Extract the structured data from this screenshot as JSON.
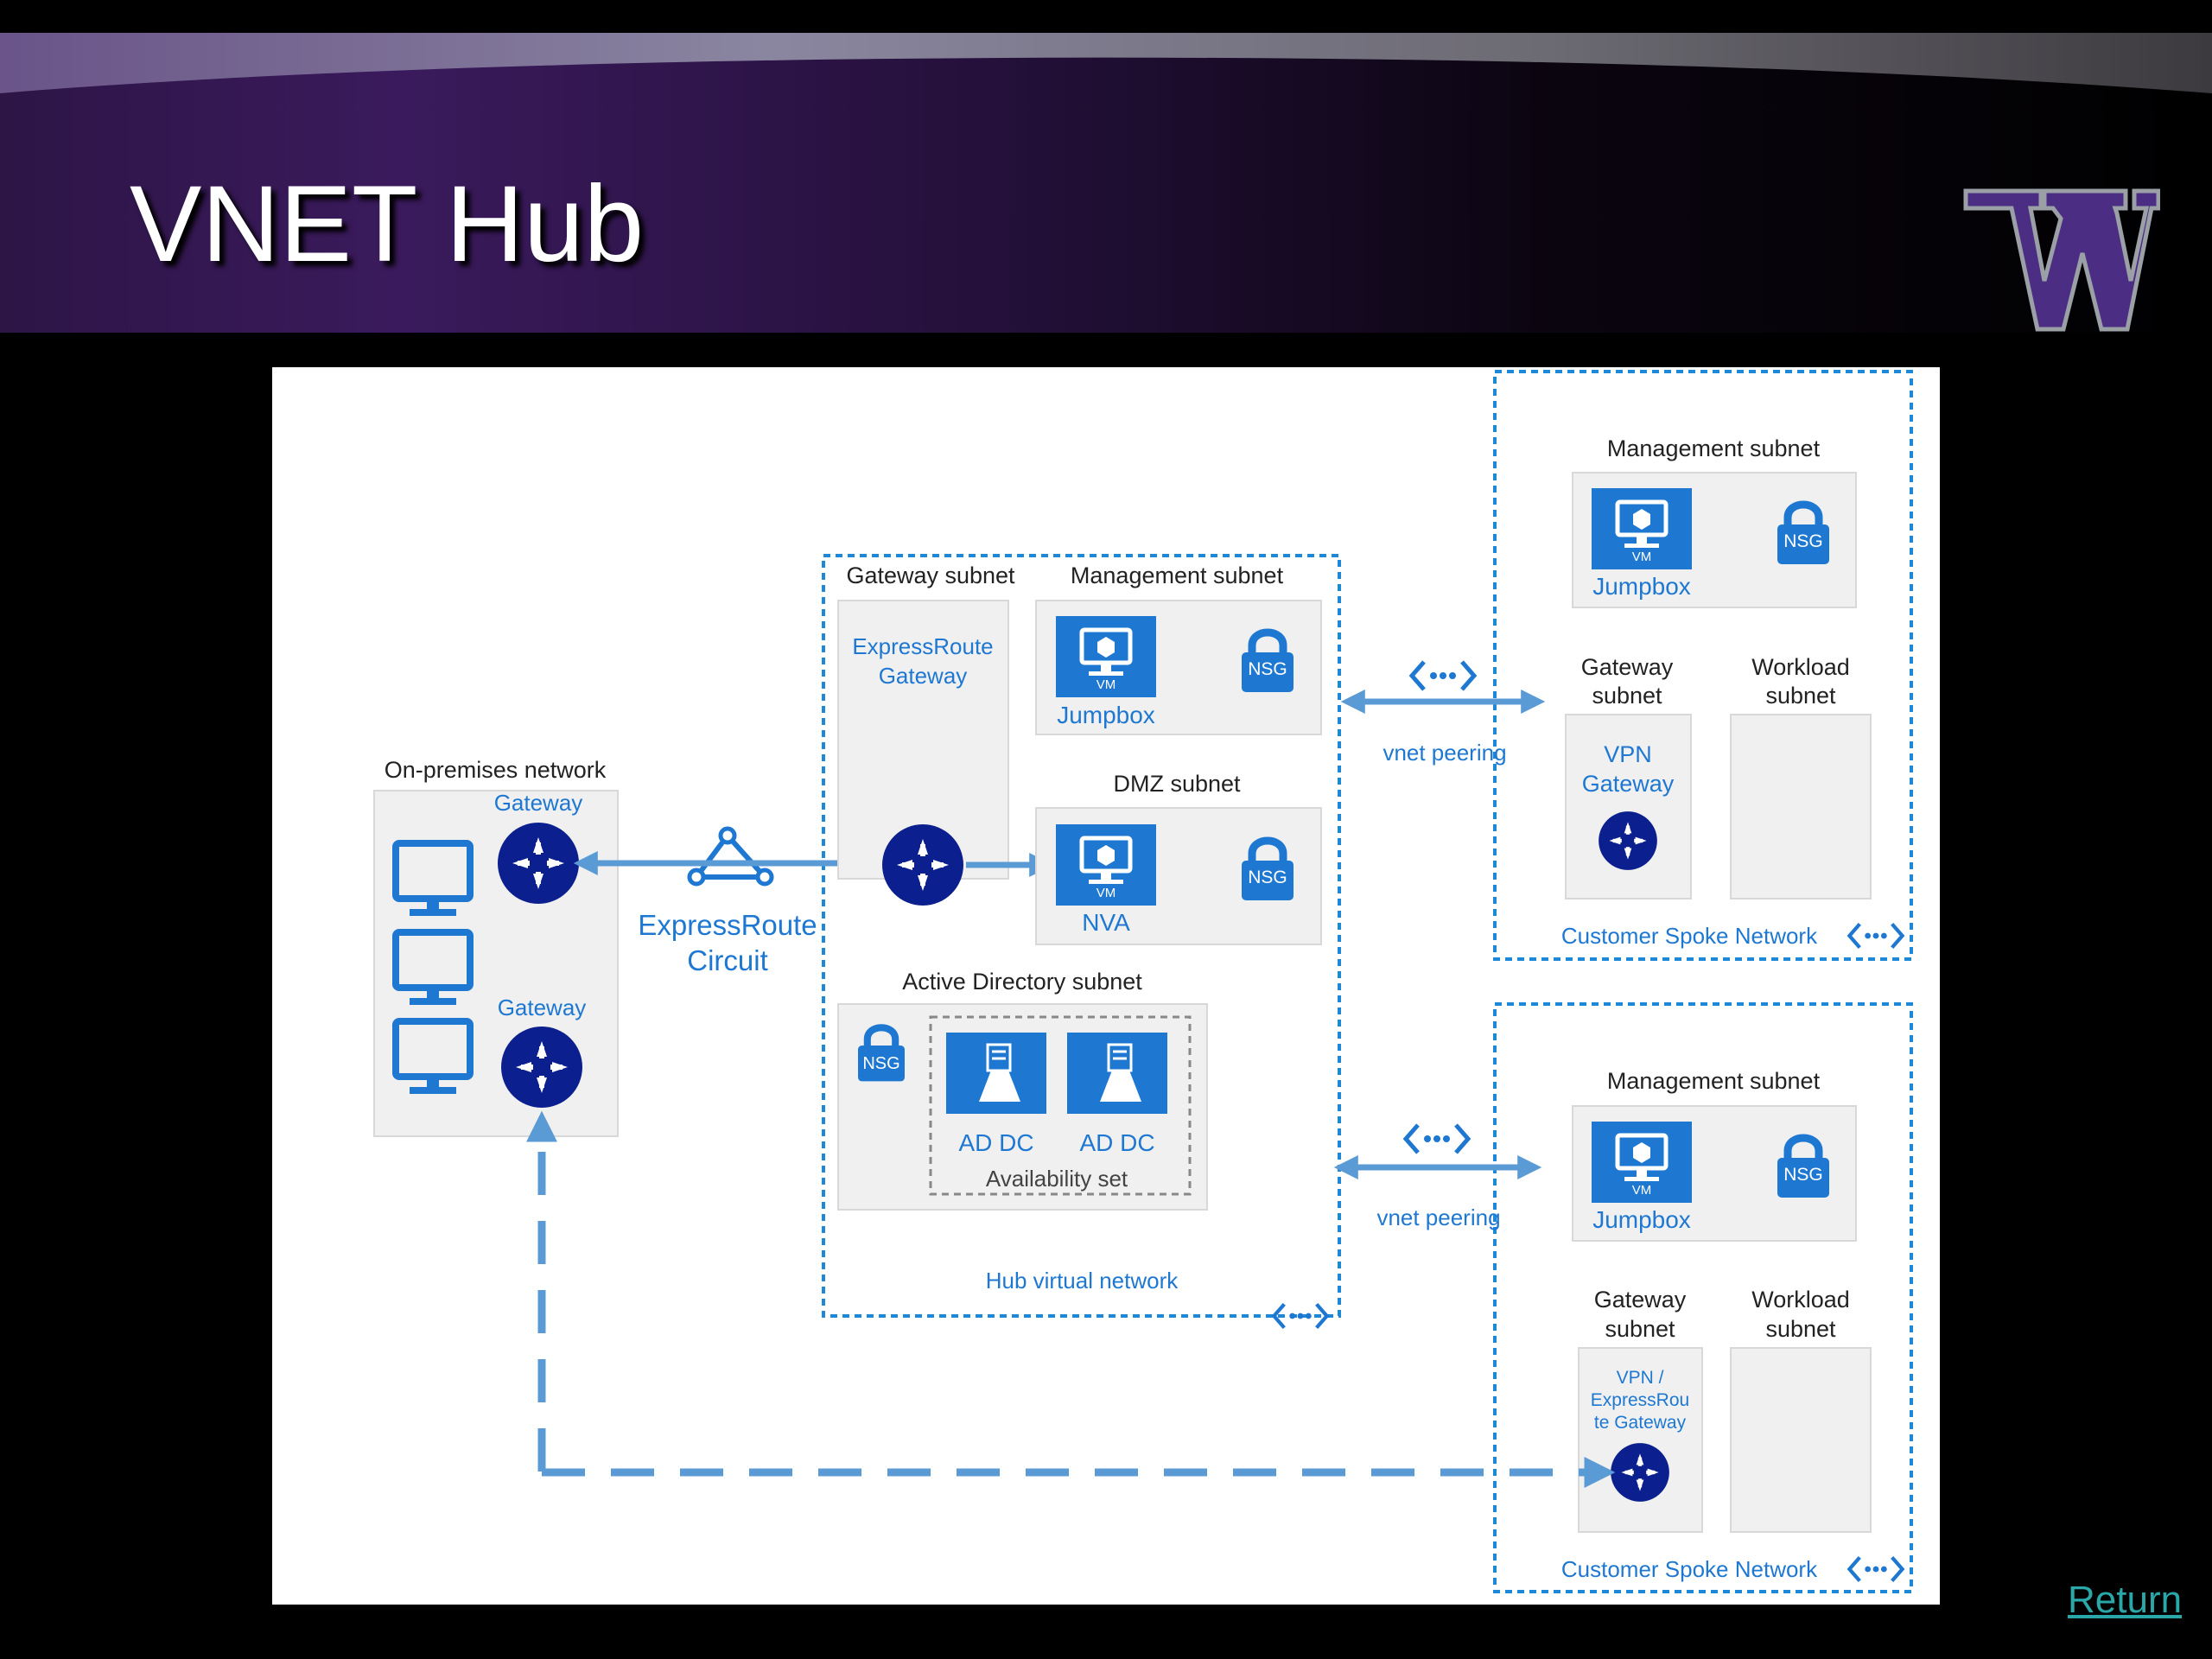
{
  "slide": {
    "title": "VNET Hub",
    "return_link": "Return"
  },
  "colors": {
    "accent_blue": "#1e78d2",
    "line_blue": "#5b9bd5",
    "router_navy": "#0c1f8e",
    "subnet_gray": "#f0f0f0",
    "header_purple": "#3a1a5c",
    "logo_purple": "#4b2e83"
  },
  "icons": [
    "vm-icon",
    "nsg-lock-icon",
    "router-icon",
    "monitor-icon",
    "ad-dc-icon",
    "expressroute-circuit-icon",
    "vnet-peering-icon",
    "university-w-logo"
  ],
  "diagram": {
    "onprem": {
      "title": "On-premises network",
      "gateway_top": "Gateway",
      "gateway_bottom": "Gateway"
    },
    "circuit": {
      "line1": "ExpressRoute",
      "line2": "Circuit"
    },
    "hub": {
      "label": "Hub virtual network",
      "gateway_subnet": {
        "title": "Gateway subnet",
        "gw_line1": "ExpressRoute",
        "gw_line2": "Gateway"
      },
      "management_subnet": {
        "title": "Management subnet",
        "jumpbox": "Jumpbox",
        "vm": "VM",
        "nsg": "NSG"
      },
      "dmz_subnet": {
        "title": "DMZ subnet",
        "nva": "NVA",
        "vm": "VM",
        "nsg": "NSG"
      },
      "ad_subnet": {
        "title": "Active Directory subnet",
        "nsg": "NSG",
        "dc1": "AD DC",
        "dc2": "AD DC",
        "availability_set": "Availability set"
      }
    },
    "peering_top": "vnet peering",
    "peering_bottom": "vnet peering",
    "spoke1": {
      "label": "Customer Spoke Network",
      "management_title": "Management subnet",
      "jumpbox": "Jumpbox",
      "vm": "VM",
      "nsg": "NSG",
      "gateway_title_1": "Gateway",
      "gateway_title_2": "subnet",
      "workload_title_1": "Workload",
      "workload_title_2": "subnet",
      "gw_line1": "VPN",
      "gw_line2": "Gateway"
    },
    "spoke2": {
      "label": "Customer Spoke Network",
      "management_title": "Management subnet",
      "jumpbox": "Jumpbox",
      "vm": "VM",
      "nsg": "NSG",
      "gateway_title_1": "Gateway",
      "gateway_title_2": "subnet",
      "workload_title_1": "Workload",
      "workload_title_2": "subnet",
      "gw_line1": "VPN /",
      "gw_line2": "ExpressRou",
      "gw_line3": "te Gateway"
    }
  }
}
